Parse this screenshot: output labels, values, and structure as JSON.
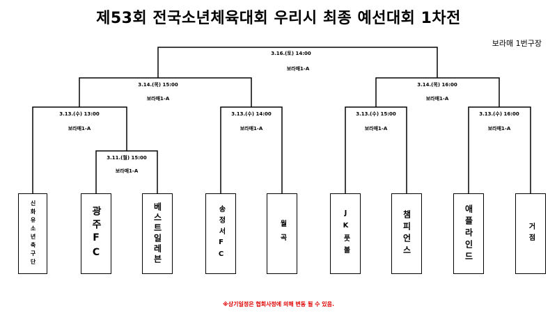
{
  "title": "제53회 전국소년체육대회 우리시 최종 예선대회 1차전",
  "venue": "보라매 1번구장",
  "footnote": "※상기일정은 협회사정에 의해 변동 될 수 있음.",
  "teams": [
    {
      "id": "t1",
      "name": "신화유소년축구단"
    },
    {
      "id": "t2",
      "name": "광주FC"
    },
    {
      "id": "t3",
      "name": "베스트일레븐"
    },
    {
      "id": "t4",
      "name": "송정서FC"
    },
    {
      "id": "t5",
      "name": "월곡"
    },
    {
      "id": "t6",
      "name": "JK풋볼"
    },
    {
      "id": "t7",
      "name": "챔피언스"
    },
    {
      "id": "t8",
      "name": "애플라인드"
    },
    {
      "id": "t9",
      "name": "거점"
    }
  ],
  "matches": [
    {
      "id": "m1",
      "date": "3.11.(월) 15:00",
      "field": "보라매1-A"
    },
    {
      "id": "m2",
      "date": "3.13.(수) 13:00",
      "field": "보라매1-A"
    },
    {
      "id": "m3",
      "date": "3.13.(수) 14:00",
      "field": "보라매1-A"
    },
    {
      "id": "m4",
      "date": "3.13.(수) 15:00",
      "field": "보라매1-A"
    },
    {
      "id": "m5",
      "date": "3.13.(수) 16:00",
      "field": "보라매1-A"
    },
    {
      "id": "m6",
      "date": "3.14.(목) 15:00",
      "field": "보라매1-A"
    },
    {
      "id": "m7",
      "date": "3.14.(목) 16:00",
      "field": "보라매1-A"
    },
    {
      "id": "m8",
      "date": "3.16.(토) 14:00",
      "field": "보라매1-A"
    }
  ]
}
